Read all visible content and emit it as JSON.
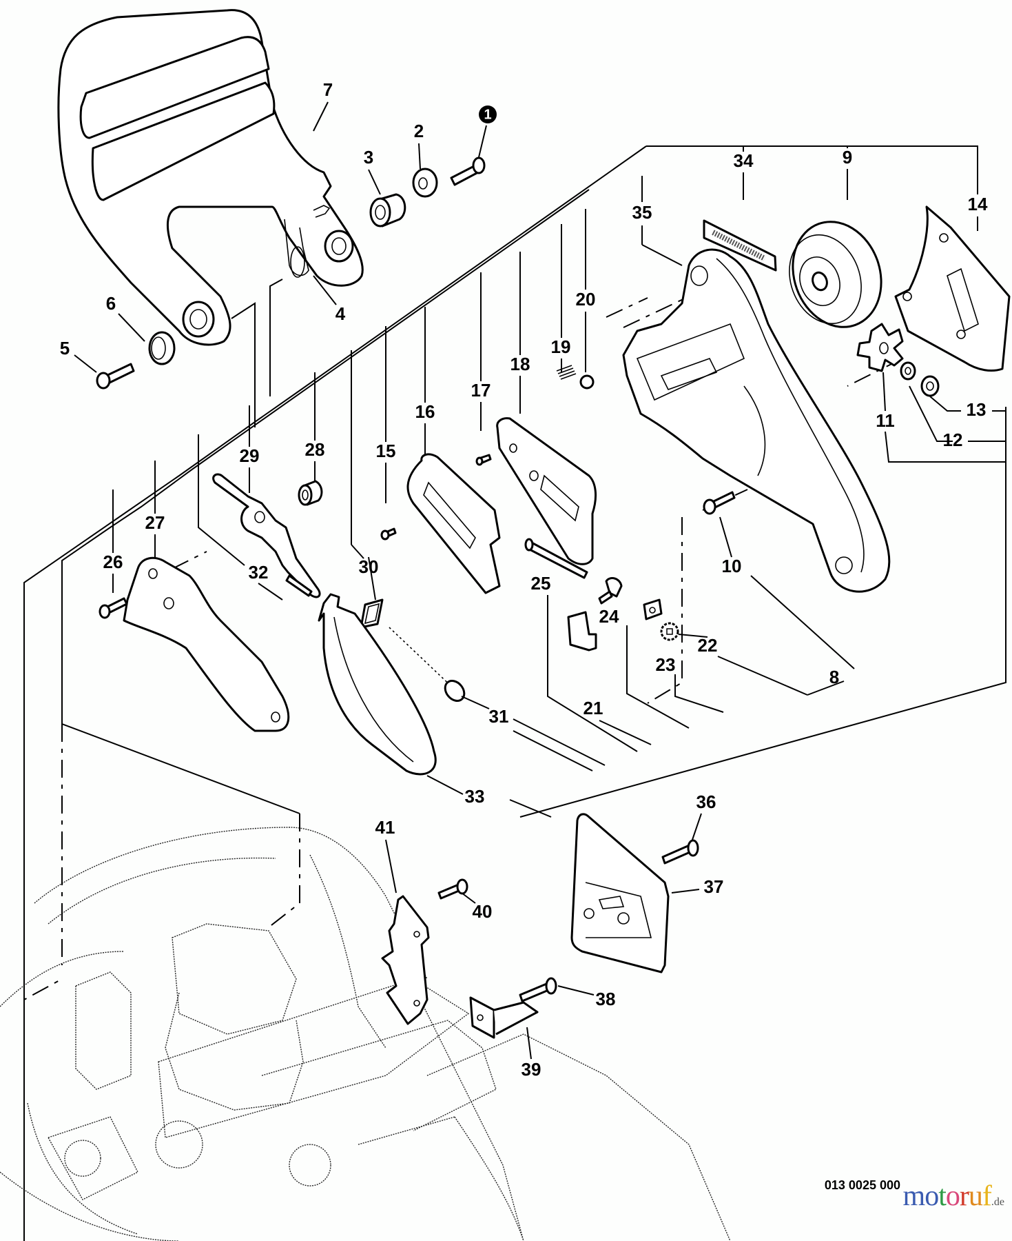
{
  "diagram": {
    "title": "Chain brake / clutch cover exploded parts diagram",
    "drawing_number": "013 0025 000",
    "watermark": {
      "text": "motoruf",
      "suffix": ".de",
      "letter_colors": [
        "#3a5bb0",
        "#3a5bb0",
        "#2e9a45",
        "#d9477a",
        "#d23a2a",
        "#e08a1e",
        "#e8b41c"
      ]
    },
    "callout_circled": "1",
    "labels": [
      "2",
      "3",
      "4",
      "5",
      "6",
      "7",
      "8",
      "9",
      "10",
      "11",
      "12",
      "13",
      "14",
      "15",
      "16",
      "17",
      "18",
      "19",
      "20",
      "21",
      "22",
      "23",
      "24",
      "25",
      "26",
      "27",
      "28",
      "29",
      "30",
      "31",
      "32",
      "33",
      "34",
      "35",
      "36",
      "37",
      "38",
      "39",
      "40",
      "41"
    ]
  }
}
